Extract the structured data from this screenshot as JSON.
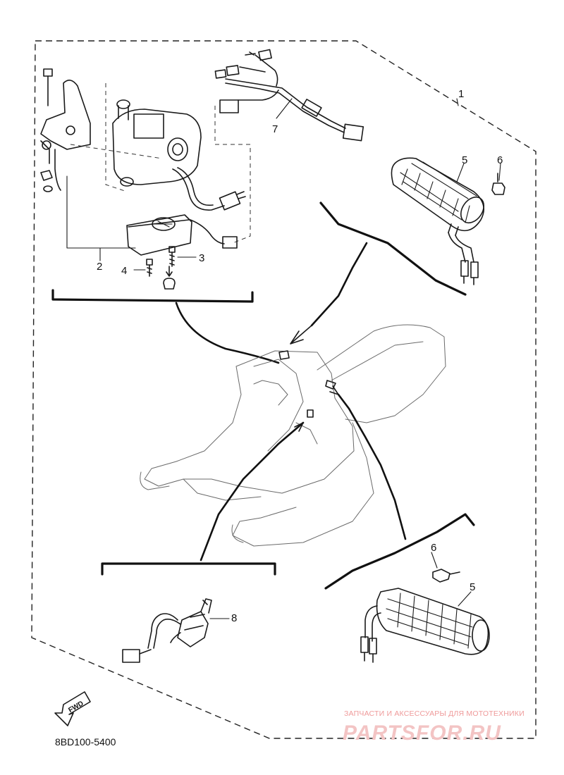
{
  "callouts": {
    "c1": "1",
    "c2": "2",
    "c3": "3",
    "c4": "4",
    "c5_top": "5",
    "c6_top": "6",
    "c7": "7",
    "c5_bottom": "5",
    "c6_bottom": "6",
    "c8": "8"
  },
  "direction_arrow": {
    "label": "FWD"
  },
  "diagram_code": "8BD100-5400",
  "watermark": {
    "line1": "ЗАПЧАСТИ И АКСЕССУАРЫ ДЛЯ МОТОТЕХНИКИ",
    "line2": "PARTSFOR.RU"
  }
}
